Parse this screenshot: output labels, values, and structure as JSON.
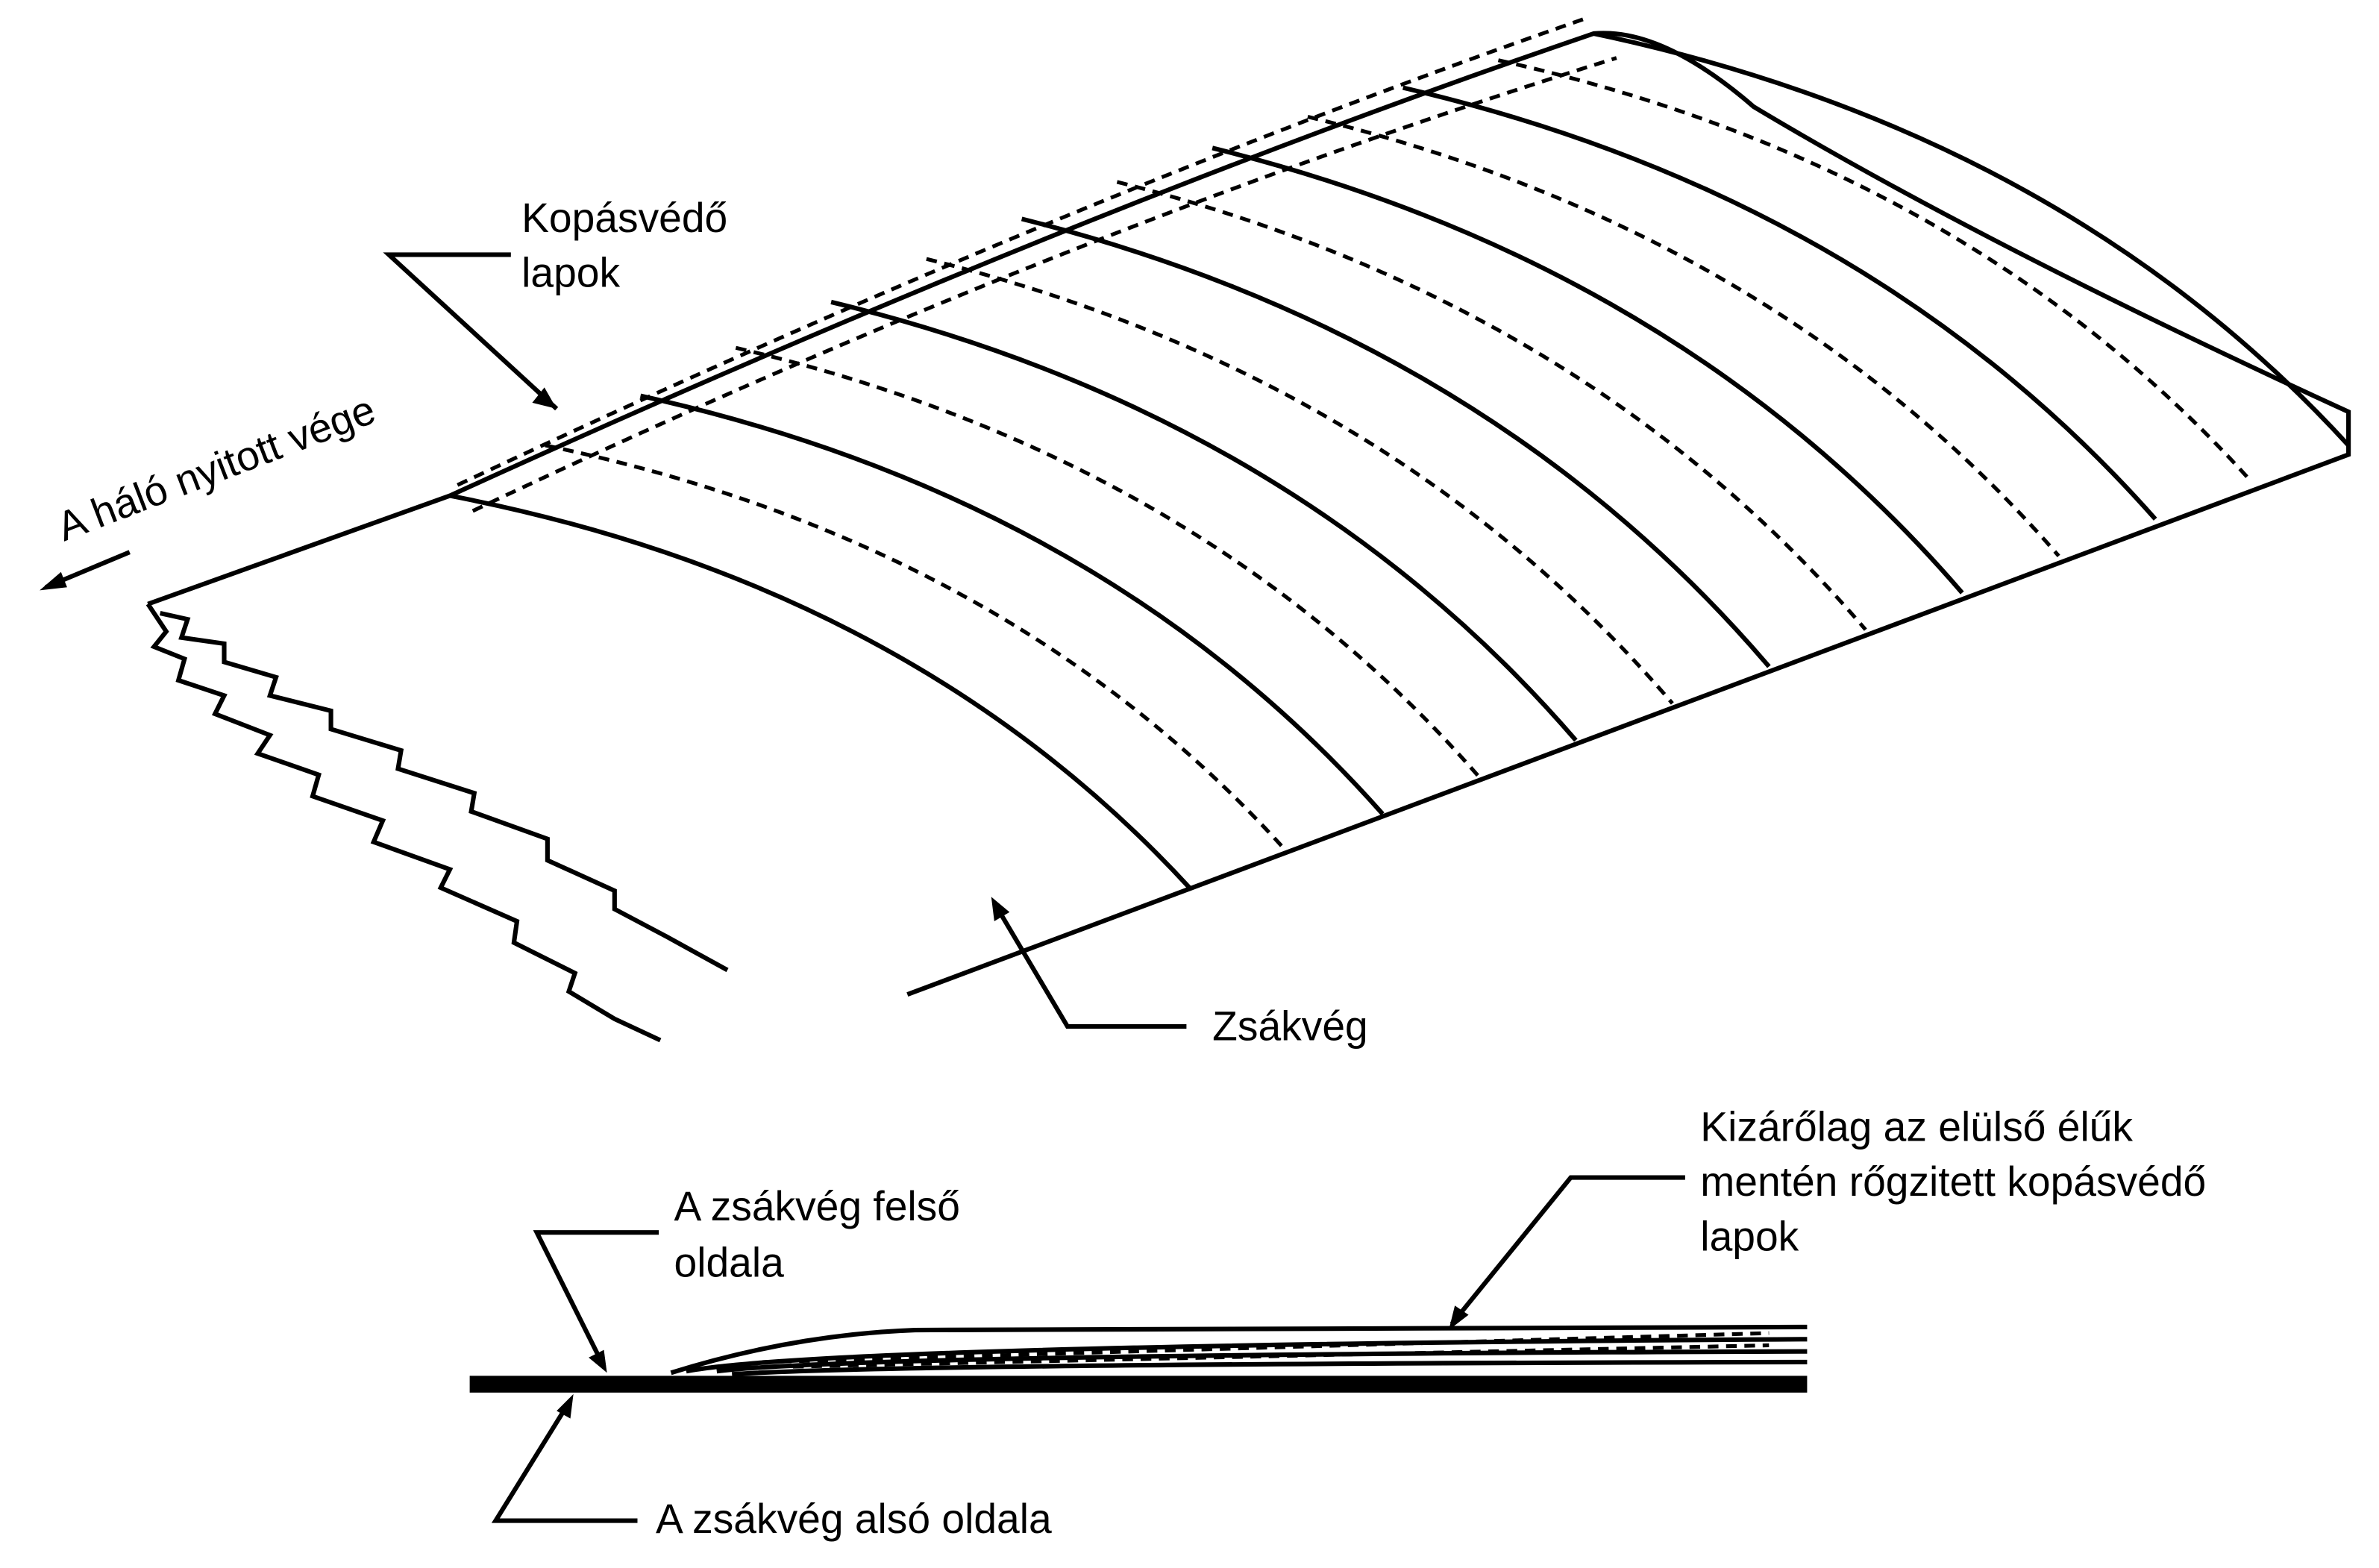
{
  "labels": {
    "wear_plates": [
      "Kopásvédő",
      "lapok"
    ],
    "open_end": "A háló nyitott vége",
    "codend": "Zsákvég",
    "top_side": [
      "A zsákvég felső",
      "oldala"
    ],
    "bottom_side": "A zsákvég alsó oldala",
    "front_edge_plates": [
      "Kizárőlag az elülső élűk",
      "mentén rőgzitett kopásvédő",
      "lapok"
    ]
  }
}
